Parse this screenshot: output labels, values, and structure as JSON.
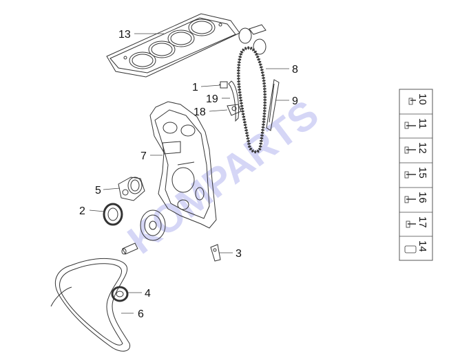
{
  "diagram": {
    "watermark": "KOMPARTS",
    "callouts": [
      "13",
      "8",
      "1",
      "19",
      "9",
      "18",
      "7",
      "5",
      "2",
      "3",
      "4",
      "6"
    ],
    "legend": [
      "10",
      "11",
      "12",
      "15",
      "16",
      "17",
      "14"
    ]
  }
}
